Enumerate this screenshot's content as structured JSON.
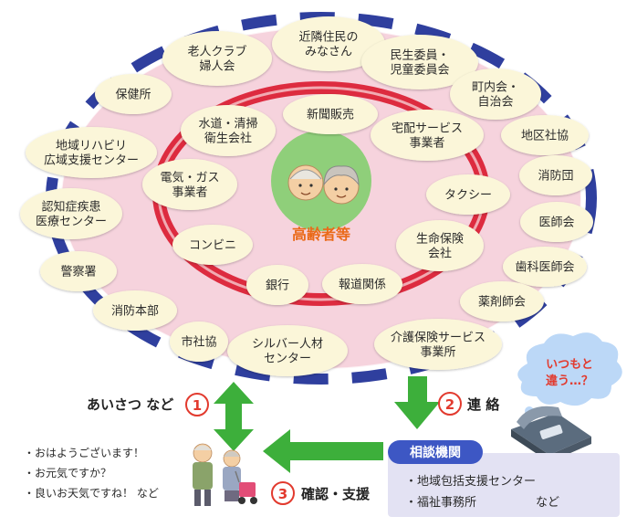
{
  "center": {
    "label": "高齢者等"
  },
  "outer_ring": [
    [
      "近隣住民の",
      "みなさん"
    ],
    [
      "民生委員・",
      "児童委員会"
    ],
    [
      "町内会・",
      "自治会"
    ],
    [
      "地区社協"
    ],
    [
      "消防団"
    ],
    [
      "医師会"
    ],
    [
      "歯科医師会"
    ],
    [
      "薬剤師会"
    ],
    [
      "介護保険サービス",
      "事業所"
    ],
    [
      "シルバー人材",
      "センター"
    ],
    [
      "市社協"
    ],
    [
      "消防本部"
    ],
    [
      "警察署"
    ],
    [
      "認知症疾患",
      "医療センター"
    ],
    [
      "地域リハビリ",
      "広域支援センター"
    ],
    [
      "保健所"
    ],
    [
      "老人クラブ",
      "婦人会"
    ]
  ],
  "inner_ring": [
    [
      "新聞販売"
    ],
    [
      "宅配サービス",
      "事業者"
    ],
    [
      "タクシー"
    ],
    [
      "生命保険",
      "会社"
    ],
    [
      "報道関係"
    ],
    [
      "銀行"
    ],
    [
      "コンビニ"
    ],
    [
      "電気・ガス",
      "事業者"
    ],
    [
      "水道・清掃",
      "衛生会社"
    ]
  ],
  "flow": {
    "step1": {
      "number": "1",
      "label": "あいさつ など"
    },
    "step2": {
      "number": "2",
      "label": "連 絡"
    },
    "step3": {
      "number": "3",
      "label": "確認・支援"
    },
    "speech_bubble": [
      "いつもと",
      "違う…？"
    ]
  },
  "greetings": [
    "・おはようございます！",
    "・お元気ですか？",
    "・良いお天気ですね！ など"
  ],
  "consultation": {
    "title": "相談機関",
    "items": [
      "・地域包括支援センター",
      "・福祉事務所　　　　　など"
    ]
  },
  "colors": {
    "ring_blue": "#2f3f9e",
    "ring_red": "#dd2b3f",
    "field_pink": "#f6d3dd",
    "bubble_cream": "#fbf6d9",
    "arrow_green": "#3daf3b",
    "center_green": "#8fcf7a",
    "panel_lavender": "#e3e2f3",
    "badge_blue": "#3d57c4",
    "speech_blue": "#bcd8f7"
  },
  "icons": {
    "elderly": "elderly-couple-icon",
    "phone": "telephone-icon"
  }
}
